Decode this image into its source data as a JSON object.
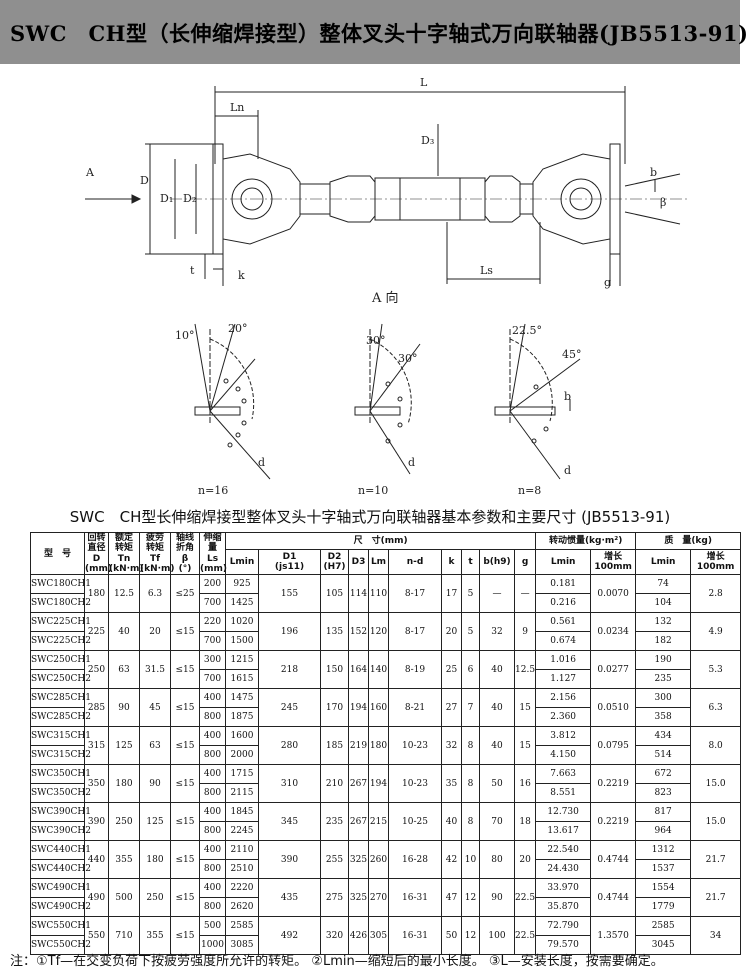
{
  "header": {
    "title": "SWC　CH型（长伸缩焊接型）整体叉头十字轴式万向联轴器(JB5513-91)"
  },
  "drawing": {
    "labels": {
      "L": "L",
      "Ln": "Ln",
      "A": "A",
      "D": "D",
      "D1": "D₁",
      "D2": "D₂",
      "D3": "D₃",
      "t": "t",
      "k": "k",
      "Ls": "Ls",
      "g": "g",
      "b": "b",
      "beta": "β",
      "view": "A  向"
    },
    "views": [
      {
        "a1": "10°",
        "a2": "20°",
        "d": "d",
        "n": "n=16"
      },
      {
        "a1": "30°",
        "a2": "30°",
        "d": "d",
        "n": "n=10"
      },
      {
        "a1": "22.5°",
        "a2": "45°",
        "d": "d",
        "n": "n=8",
        "b": "b"
      }
    ]
  },
  "table": {
    "title": "SWC　CH型长伸缩焊接型整体叉头十字轴式万向联轴器基本参数和主要尺寸 (JB5513-91)",
    "headers": {
      "model": "型　号",
      "D": "回转\n直径\nD\n(mm)",
      "Tn": "额定\n转矩\nTn\n(kN·m)",
      "Tf": "疲劳\n转矩\nTf\n(kN·m)",
      "beta": "轴线\n折角\nβ\n(°)",
      "Ls": "伸缩\n量\nLs\n(mm)",
      "dims": "尺　寸(mm)",
      "Lmin": "Lmin",
      "D1": "D1\n(js11)",
      "D2": "D2\n(H7)",
      "D3": "D3",
      "Lm": "Lm",
      "nd": "n-d",
      "k": "k",
      "t": "t",
      "b": "b(h9)",
      "g": "g",
      "inertia": "转动惯量(kg·m²)",
      "iLmin": "Lmin",
      "iInc": "增长\n100mm",
      "mass": "质　量(kg)",
      "mLmin": "Lmin",
      "mInc": "增长\n100mm"
    },
    "groups": [
      {
        "m1": "SWC180CH1",
        "m2": "SWC180CH2",
        "D": "180",
        "Tn": "12.5",
        "Tf": "6.3",
        "beta": "≤25",
        "ls1": "200",
        "ls2": "700",
        "l1": "925",
        "l2": "1425",
        "D1": "155",
        "D2": "105",
        "D3": "114",
        "Lm": "110",
        "nd": "8-17",
        "k": "17",
        "t": "5",
        "b": "—",
        "g": "—",
        "i1": "0.181",
        "i2": "0.216",
        "ii": "0.0070",
        "w1": "74",
        "w2": "104",
        "wi": "2.8"
      },
      {
        "m1": "SWC225CH1",
        "m2": "SWC225CH2",
        "D": "225",
        "Tn": "40",
        "Tf": "20",
        "beta": "≤15",
        "ls1": "220",
        "ls2": "700",
        "l1": "1020",
        "l2": "1500",
        "D1": "196",
        "D2": "135",
        "D3": "152",
        "Lm": "120",
        "nd": "8-17",
        "k": "20",
        "t": "5",
        "b": "32",
        "g": "9",
        "i1": "0.561",
        "i2": "0.674",
        "ii": "0.0234",
        "w1": "132",
        "w2": "182",
        "wi": "4.9"
      },
      {
        "m1": "SWC250CH1",
        "m2": "SWC250CH2",
        "D": "250",
        "Tn": "63",
        "Tf": "31.5",
        "beta": "≤15",
        "ls1": "300",
        "ls2": "700",
        "l1": "1215",
        "l2": "1615",
        "D1": "218",
        "D2": "150",
        "D3": "164",
        "Lm": "140",
        "nd": "8-19",
        "k": "25",
        "t": "6",
        "b": "40",
        "g": "12.5",
        "i1": "1.016",
        "i2": "1.127",
        "ii": "0.0277",
        "w1": "190",
        "w2": "235",
        "wi": "5.3"
      },
      {
        "m1": "SWC285CH1",
        "m2": "SWC285CH2",
        "D": "285",
        "Tn": "90",
        "Tf": "45",
        "beta": "≤15",
        "ls1": "400",
        "ls2": "800",
        "l1": "1475",
        "l2": "1875",
        "D1": "245",
        "D2": "170",
        "D3": "194",
        "Lm": "160",
        "nd": "8-21",
        "k": "27",
        "t": "7",
        "b": "40",
        "g": "15",
        "i1": "2.156",
        "i2": "2.360",
        "ii": "0.0510",
        "w1": "300",
        "w2": "358",
        "wi": "6.3"
      },
      {
        "m1": "SWC315CH1",
        "m2": "SWC315CH2",
        "D": "315",
        "Tn": "125",
        "Tf": "63",
        "beta": "≤15",
        "ls1": "400",
        "ls2": "800",
        "l1": "1600",
        "l2": "2000",
        "D1": "280",
        "D2": "185",
        "D3": "219",
        "Lm": "180",
        "nd": "10-23",
        "k": "32",
        "t": "8",
        "b": "40",
        "g": "15",
        "i1": "3.812",
        "i2": "4.150",
        "ii": "0.0795",
        "w1": "434",
        "w2": "514",
        "wi": "8.0"
      },
      {
        "m1": "SWC350CH1",
        "m2": "SWC350CH2",
        "D": "350",
        "Tn": "180",
        "Tf": "90",
        "beta": "≤15",
        "ls1": "400",
        "ls2": "800",
        "l1": "1715",
        "l2": "2115",
        "D1": "310",
        "D2": "210",
        "D3": "267",
        "Lm": "194",
        "nd": "10-23",
        "k": "35",
        "t": "8",
        "b": "50",
        "g": "16",
        "i1": "7.663",
        "i2": "8.551",
        "ii": "0.2219",
        "w1": "672",
        "w2": "823",
        "wi": "15.0"
      },
      {
        "m1": "SWC390CH1",
        "m2": "SWC390CH2",
        "D": "390",
        "Tn": "250",
        "Tf": "125",
        "beta": "≤15",
        "ls1": "400",
        "ls2": "800",
        "l1": "1845",
        "l2": "2245",
        "D1": "345",
        "D2": "235",
        "D3": "267",
        "Lm": "215",
        "nd": "10-25",
        "k": "40",
        "t": "8",
        "b": "70",
        "g": "18",
        "i1": "12.730",
        "i2": "13.617",
        "ii": "0.2219",
        "w1": "817",
        "w2": "964",
        "wi": "15.0"
      },
      {
        "m1": "SWC440CH1",
        "m2": "SWC440CH2",
        "D": "440",
        "Tn": "355",
        "Tf": "180",
        "beta": "≤15",
        "ls1": "400",
        "ls2": "800",
        "l1": "2110",
        "l2": "2510",
        "D1": "390",
        "D2": "255",
        "D3": "325",
        "Lm": "260",
        "nd": "16-28",
        "k": "42",
        "t": "10",
        "b": "80",
        "g": "20",
        "i1": "22.540",
        "i2": "24.430",
        "ii": "0.4744",
        "w1": "1312",
        "w2": "1537",
        "wi": "21.7"
      },
      {
        "m1": "SWC490CH1",
        "m2": "SWC490CH2",
        "D": "490",
        "Tn": "500",
        "Tf": "250",
        "beta": "≤15",
        "ls1": "400",
        "ls2": "800",
        "l1": "2220",
        "l2": "2620",
        "D1": "435",
        "D2": "275",
        "D3": "325",
        "Lm": "270",
        "nd": "16-31",
        "k": "47",
        "t": "12",
        "b": "90",
        "g": "22.5",
        "i1": "33.970",
        "i2": "35.870",
        "ii": "0.4744",
        "w1": "1554",
        "w2": "1779",
        "wi": "21.7"
      },
      {
        "m1": "SWC550CH1",
        "m2": "SWC550CH2",
        "D": "550",
        "Tn": "710",
        "Tf": "355",
        "beta": "≤15",
        "ls1": "500",
        "ls2": "1000",
        "l1": "2585",
        "l2": "3085",
        "D1": "492",
        "D2": "320",
        "D3": "426",
        "Lm": "305",
        "nd": "16-31",
        "k": "50",
        "t": "12",
        "b": "100",
        "g": "22.5",
        "i1": "72.790",
        "i2": "79.570",
        "ii": "1.3570",
        "w1": "2585",
        "w2": "3045",
        "wi": "34"
      }
    ]
  },
  "note": "注：①Tf—在交变负荷下按疲劳强度所允许的转矩。 ②Lmin—缩短后的最小长度。 ③L—安装长度，按需要确定。"
}
